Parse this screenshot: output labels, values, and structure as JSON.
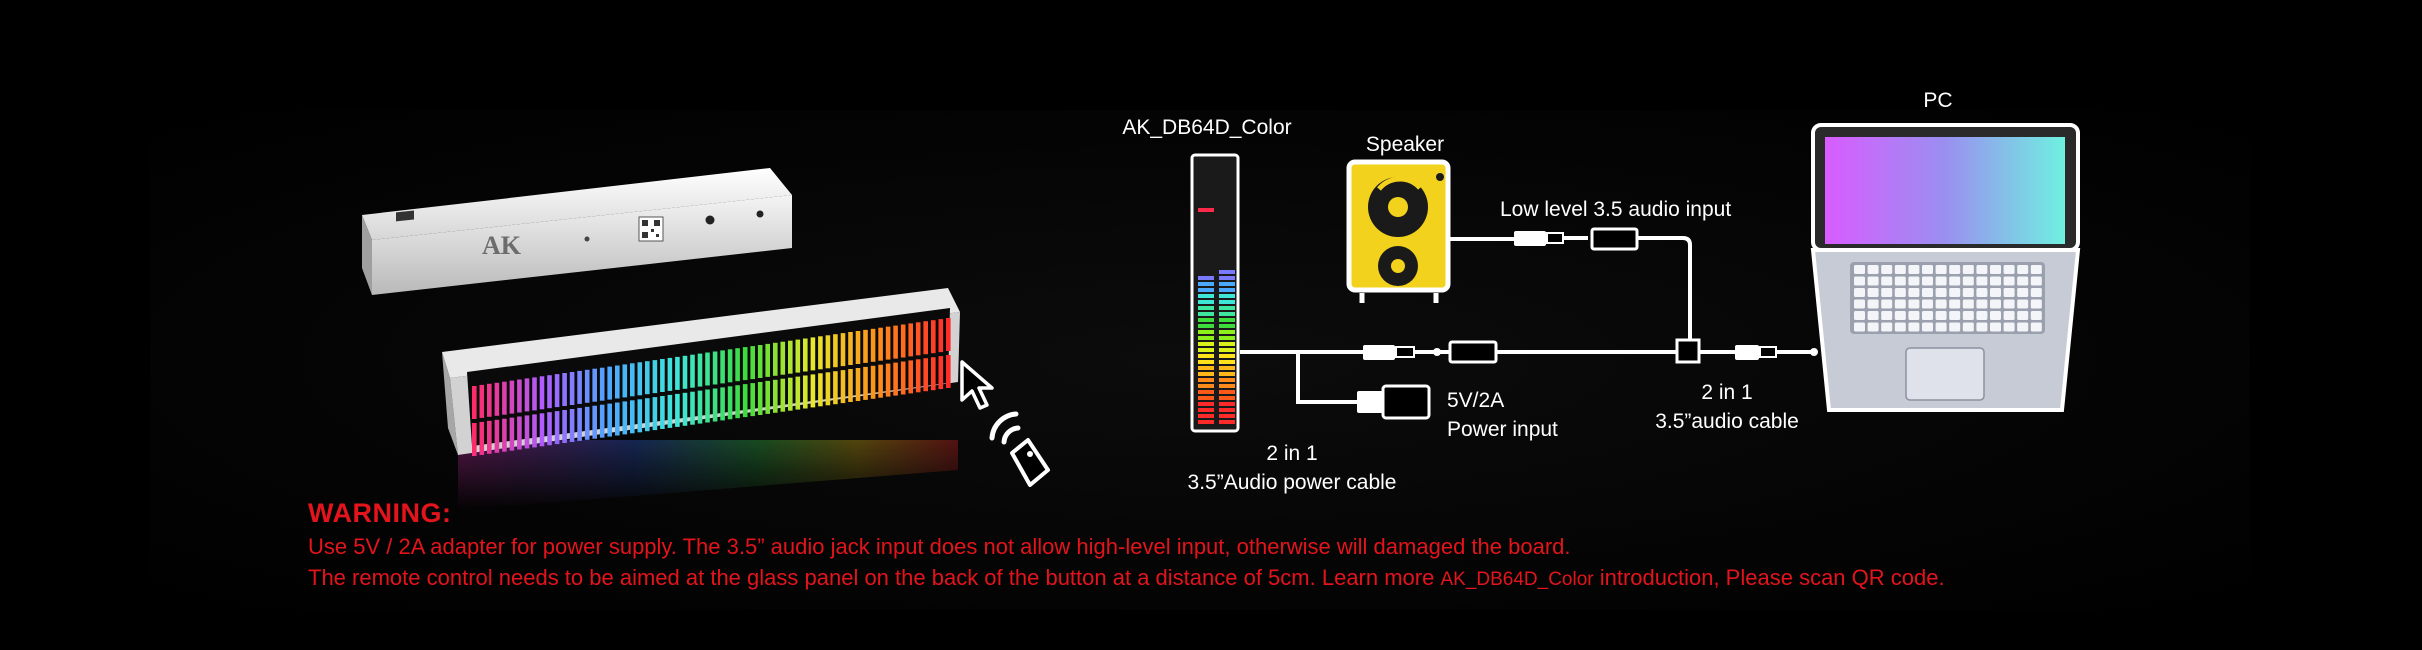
{
  "labels": {
    "device_name": "AK_DB64D_Color",
    "speaker": "Speaker",
    "pc": "PC",
    "low_level_input": "Low level 3.5 audio input",
    "power_input_line1": "5V/2A",
    "power_input_line2": "Power input",
    "cable_right_line1": "2 in 1",
    "cable_right_line2": "3.5”audio cable",
    "cable_left_line1": "2 in 1",
    "cable_left_line2": "3.5”Audio power cable",
    "device_logo": "AK"
  },
  "warning": {
    "title": "WARNING:",
    "line1": "Use 5V / 2A adapter for power supply. The 3.5” audio jack input does not allow high-level input, otherwise will damaged the board.",
    "line2_a": "The remote control needs to be aimed at the glass panel on the back of the button at a distance of 5cm. Learn more ",
    "line2_b": "AK_DB64D_Color",
    "line2_c": " introduction, Please scan QR code."
  },
  "colors": {
    "background": "#000000",
    "warning": "#e3141b",
    "speaker_body": "#f2d21c",
    "cable": "#ffffff",
    "spectrum": [
      "#ff2a6a",
      "#b05cff",
      "#4aa8ff",
      "#3ee6d8",
      "#3ddc3d",
      "#e8e82a",
      "#ff8a1a",
      "#ff2a2a"
    ]
  },
  "icons": {
    "cursor": "cursor-arrow-icon",
    "remote": "remote-signal-icon"
  }
}
